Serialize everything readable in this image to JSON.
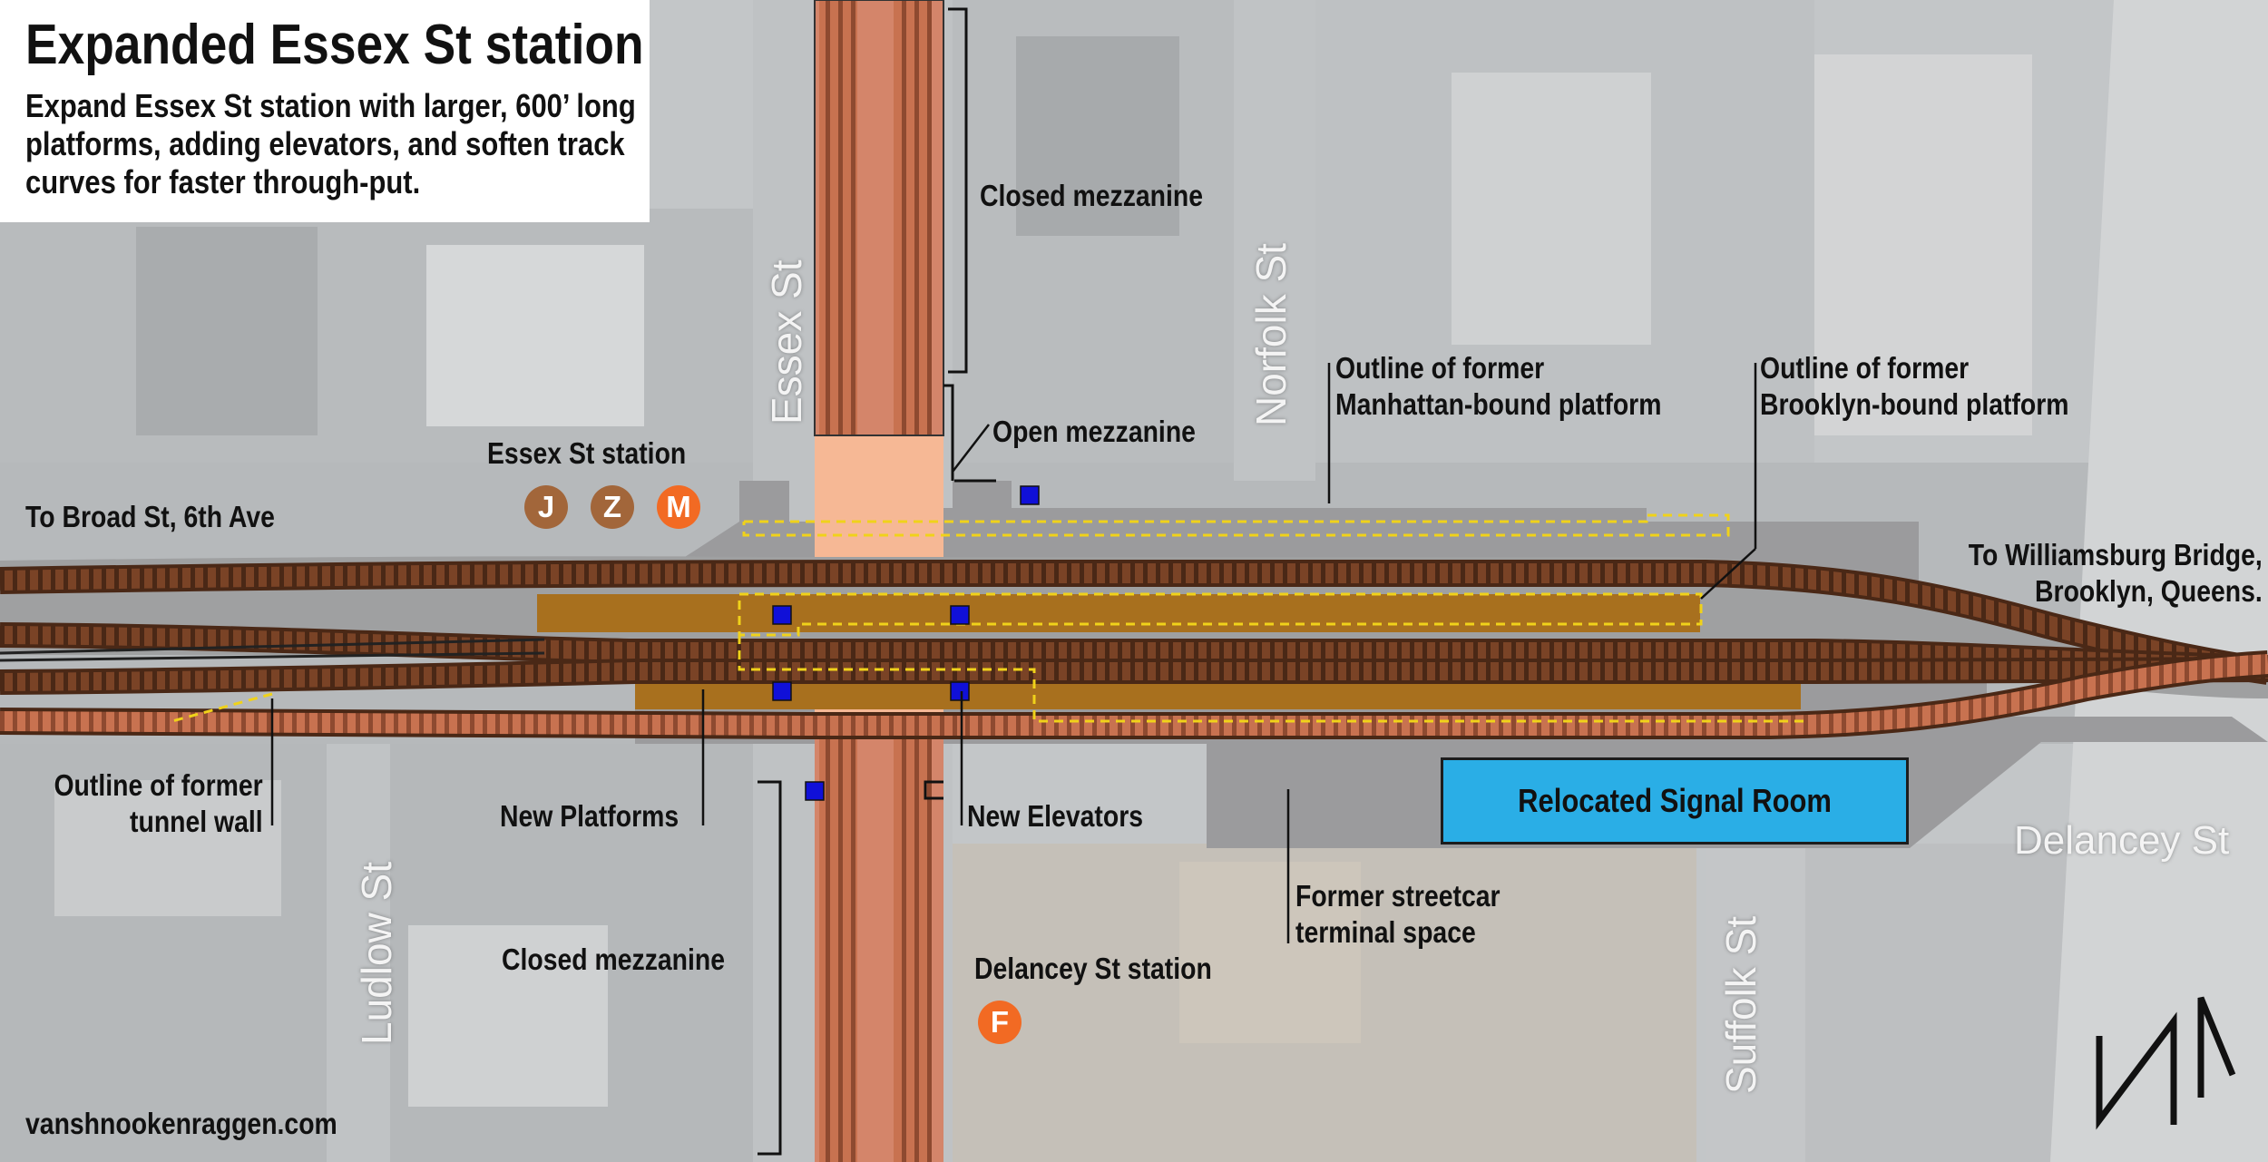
{
  "title": "Expanded Essex St station",
  "subtitle": "Expand Essex St station with larger, 600’ long platforms, adding elevators, and soften track curves for faster through-put.",
  "streets": {
    "essex": "Essex St",
    "norfolk": "Norfolk St",
    "ludlow": "Ludlow St",
    "suffolk": "Suffolk St",
    "delancey": "Delancey St"
  },
  "labels": {
    "closed_mezzanine_north": "Closed mezzanine",
    "open_mezzanine": "Open mezzanine",
    "outline_manhattan_line1": "Outline of former",
    "outline_manhattan_line2": "Manhattan-bound platform",
    "outline_brooklyn_line1": "Outline of former",
    "outline_brooklyn_line2": "Brooklyn-bound platform",
    "essex_station": "Essex St station",
    "to_broad": "To Broad St, 6th Ave",
    "to_williamsburg_line1": "To Williamsburg Bridge,",
    "to_williamsburg_line2": "Brooklyn, Queens.",
    "outline_tunnel_line1": "Outline of former",
    "outline_tunnel_line2": "tunnel wall",
    "new_platforms": "New Platforms",
    "new_elevators": "New Elevators",
    "signal_room": "Relocated Signal Room",
    "former_streetcar_line1": "Former streetcar",
    "former_streetcar_line2": "terminal space",
    "closed_mezzanine_south": "Closed mezzanine",
    "delancey_station": "Delancey St station",
    "credit": "vanshnookenraggen.com"
  },
  "route_bullets": [
    {
      "letter": "J",
      "color": "#a2663a"
    },
    {
      "letter": "Z",
      "color": "#a2663a"
    },
    {
      "letter": "M",
      "color": "#f26a23"
    }
  ],
  "delancey_bullet": {
    "letter": "F",
    "color": "#f26a23"
  },
  "colors": {
    "track_jmz": "#6b3a1f",
    "track_f": "#c56a45",
    "platform": "#a8701e",
    "mezzanine_open": "#f5b48e",
    "mezzanine_closed": "#d48660",
    "station_box": "#9a9a9c",
    "outline": "#f0d21a",
    "elevator": "#1010d8",
    "signal_room": "#2aaee6"
  },
  "icons": {
    "north_arrow": "north-arrow-icon",
    "elevator": "elevator-icon"
  }
}
